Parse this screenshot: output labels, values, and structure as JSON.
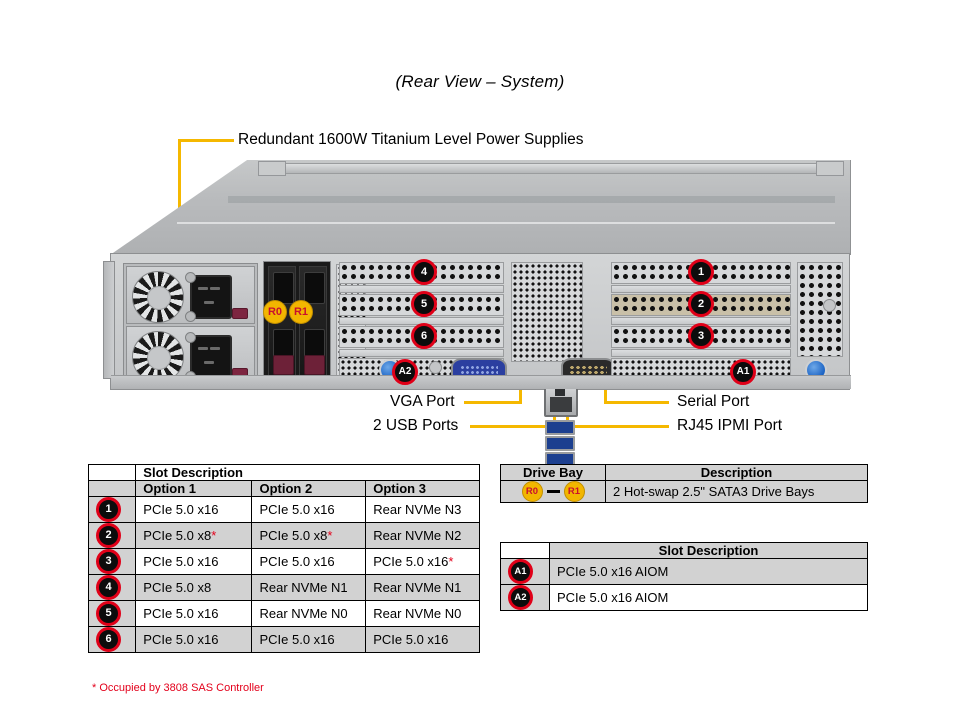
{
  "figure": {
    "title": "(Rear View – System)"
  },
  "callouts": {
    "psu": "Redundant 1600W Titanium Level Power Supplies",
    "vga": "VGA Port",
    "usb": "2 USB Ports",
    "serial": "Serial Port",
    "ipmi": "RJ45 IPMI Port"
  },
  "chassis_badges": {
    "slot4": "4",
    "slot5": "5",
    "slot6": "6",
    "slot1": "1",
    "slot2": "2",
    "slot3": "3",
    "aiom2": "A2",
    "aiom1": "A1",
    "drive_r0": "R0",
    "drive_r1": "R1"
  },
  "slot_table": {
    "title": "Slot Description",
    "columns": [
      "Option 1",
      "Option 2",
      "Option 3"
    ],
    "rows": [
      {
        "badge": "1",
        "option1": "PCIe 5.0 x16",
        "option1_star": false,
        "option2": "PCIe 5.0 x16",
        "option2_star": false,
        "option3": "Rear NVMe N3",
        "option3_star": false
      },
      {
        "badge": "2",
        "option1": "PCIe 5.0 x8",
        "option1_star": true,
        "option2": "PCIe 5.0 x8",
        "option2_star": true,
        "option3": "Rear NVMe N2",
        "option3_star": false
      },
      {
        "badge": "3",
        "option1": "PCIe 5.0 x16",
        "option1_star": false,
        "option2": "PCIe 5.0 x16",
        "option2_star": false,
        "option3": "PCIe 5.0 x16",
        "option3_star": true
      },
      {
        "badge": "4",
        "option1": "PCIe 5.0 x8",
        "option1_star": false,
        "option2": "Rear NVMe N1",
        "option2_star": false,
        "option3": "Rear NVMe N1",
        "option3_star": false
      },
      {
        "badge": "5",
        "option1": "PCIe 5.0 x16",
        "option1_star": false,
        "option2": "Rear NVMe N0",
        "option2_star": false,
        "option3": "Rear NVMe N0",
        "option3_star": false
      },
      {
        "badge": "6",
        "option1": "PCIe 5.0 x16",
        "option1_star": false,
        "option2": "PCIe 5.0 x16",
        "option2_star": false,
        "option3": "PCIe 5.0 x16",
        "option3_star": false
      }
    ]
  },
  "drive_bay_table": {
    "col_bay": "Drive Bay",
    "col_desc": "Description",
    "badge_from": "R0",
    "badge_to": "R1",
    "description": "2 Hot-swap 2.5\" SATA3 Drive Bays"
  },
  "aiom_table": {
    "title": "Slot Description",
    "rows": [
      {
        "badge": "A1",
        "description": "PCIe 5.0 x16 AIOM"
      },
      {
        "badge": "A2",
        "description": "PCIe 5.0 x16 AIOM"
      }
    ]
  },
  "footnote": "* Occupied by 3808 SAS Controller",
  "colors": {
    "leader": "#F5B800",
    "badge_red": "#E00018",
    "badge_gold": "#F2B600",
    "star_red": "#E3001B"
  }
}
